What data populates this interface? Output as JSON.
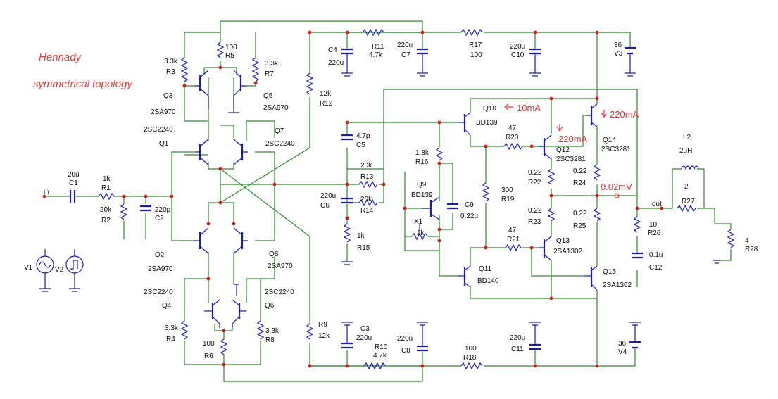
{
  "notes": {
    "title": "Hennady",
    "subtitle": "symmetrical topology",
    "ann_q10": "10mA",
    "ann_q14": "220mA",
    "ann_q12": "220mA",
    "ann_mv": "0.02mV"
  },
  "net": {
    "in": "in",
    "out": "out"
  },
  "parts": {
    "C1": {
      "ref": "C1",
      "val": "20u"
    },
    "R1": {
      "ref": "R1",
      "val": "1k"
    },
    "R2": {
      "ref": "R2",
      "val": "20k"
    },
    "C2": {
      "ref": "C2",
      "val": "220p"
    },
    "R3": {
      "ref": "R3",
      "val": "3.3k"
    },
    "R5": {
      "ref": "R5",
      "val": "100"
    },
    "R7": {
      "ref": "R7",
      "val": "3.3k"
    },
    "Q3": {
      "ref": "Q3",
      "val": "2SA970"
    },
    "Q5": {
      "ref": "Q5",
      "val": "2SA970"
    },
    "Q1": {
      "ref": "Q1",
      "val": "2SC2240"
    },
    "Q7": {
      "ref": "Q7",
      "val": "2SC2240"
    },
    "Q2": {
      "ref": "Q2",
      "val": "2SA970"
    },
    "Q8": {
      "ref": "Q8",
      "val": "2SA970"
    },
    "Q4": {
      "ref": "Q4",
      "val": "2SC2240"
    },
    "Q6": {
      "ref": "Q6",
      "val": "2SC2240"
    },
    "R4": {
      "ref": "R4",
      "val": "3.3k"
    },
    "R6": {
      "ref": "R6",
      "val": "100"
    },
    "R8": {
      "ref": "R8",
      "val": "3.3k"
    },
    "V1": {
      "ref": "V1"
    },
    "V2": {
      "ref": "V2"
    },
    "R12": {
      "ref": "R12",
      "val": "12k"
    },
    "R9": {
      "ref": "R9",
      "val": "12k"
    },
    "C4": {
      "ref": "C4",
      "val": "220u"
    },
    "R11": {
      "ref": "R11",
      "val": "4.7k"
    },
    "C7": {
      "ref": "C7",
      "val": "220u"
    },
    "R17": {
      "ref": "R17",
      "val": "100"
    },
    "C10": {
      "ref": "C10",
      "val": "220u"
    },
    "V3": {
      "ref": "V3",
      "val": "36"
    },
    "C5": {
      "ref": "C5",
      "val": "4.7p"
    },
    "R13": {
      "ref": "R13",
      "val": "20k"
    },
    "R14": {
      "ref": "R14",
      "val": "20k"
    },
    "C6": {
      "ref": "C6",
      "val": "220u"
    },
    "R15": {
      "ref": "R15",
      "val": "1k"
    },
    "R16": {
      "ref": "R16",
      "val": "1.8k"
    },
    "Q9": {
      "ref": "Q9",
      "val": "BD139"
    },
    "C9": {
      "ref": "C9",
      "val": "0.22u"
    },
    "X1": {
      "ref": "X1",
      "val": "1k"
    },
    "Q10": {
      "ref": "Q10",
      "val": "BD139"
    },
    "Q11": {
      "ref": "Q11",
      "val": "BD140"
    },
    "R19": {
      "ref": "R19",
      "val": "300"
    },
    "R20": {
      "ref": "R20",
      "val": "47"
    },
    "R21": {
      "ref": "R21",
      "val": "47"
    },
    "Q12": {
      "ref": "Q12",
      "val": "2SC3281"
    },
    "Q13": {
      "ref": "Q13",
      "val": "2SA1302"
    },
    "Q14": {
      "ref": "Q14",
      "val": "2SC3281"
    },
    "Q15": {
      "ref": "Q15",
      "val": "2SA1302"
    },
    "R22": {
      "ref": "R22",
      "val": "0.22"
    },
    "R23": {
      "ref": "R23",
      "val": "0.22"
    },
    "R24": {
      "ref": "R24",
      "val": "0.22"
    },
    "R25": {
      "ref": "R25",
      "val": "0.22"
    },
    "R26": {
      "ref": "R26",
      "val": "10"
    },
    "C12": {
      "ref": "C12",
      "val": "0.1u"
    },
    "L2": {
      "ref": "L2",
      "val": "2uH"
    },
    "R27": {
      "ref": "R27",
      "val": "2"
    },
    "R28": {
      "ref": "R28",
      "val": "4"
    },
    "C3": {
      "ref": "C3",
      "val": "220u"
    },
    "R10": {
      "ref": "R10",
      "val": "4.7k"
    },
    "C8": {
      "ref": "C8",
      "val": "220u"
    },
    "R18": {
      "ref": "R18",
      "val": "100"
    },
    "C11": {
      "ref": "C11",
      "val": "220u"
    },
    "V4": {
      "ref": "V4",
      "val": "36"
    }
  }
}
